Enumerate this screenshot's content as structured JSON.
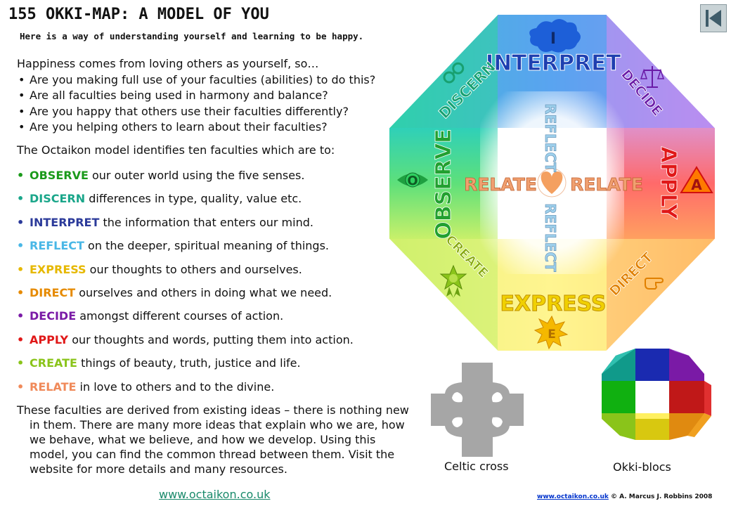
{
  "header": {
    "title": "155 OKKI-MAP: A MODEL OF YOU",
    "subtitle": "Here is a way of understanding yourself and learning to be happy."
  },
  "intro": {
    "lead": "Happiness comes from loving others as yourself, so…",
    "questions": [
      "Are you making full use of your faculties (abilities) to do this?",
      "Are all faculties being used in harmony and balance?",
      "Are you happy that others use their faculties differently?",
      "Are you helping others to learn about their faculties?"
    ],
    "model_intro": "The Octaikon model identifies  ten faculties which are to:"
  },
  "faculties": [
    {
      "keyword": "OBSERVE",
      "rest": " our outer world using the five senses.",
      "color": "#1a9a1a"
    },
    {
      "keyword": "DISCERN",
      "rest": " differences in type, quality, value etc.",
      "color": "#1aa68a"
    },
    {
      "keyword": "INTERPRET",
      "rest": " the  information that enters our mind.",
      "color": "#2b3a9a"
    },
    {
      "keyword": "REFLECT",
      "rest": " on the deeper, spiritual meaning of things.",
      "color": "#49b7e6"
    },
    {
      "keyword": "EXPRESS",
      "rest": " our thoughts to others and ourselves.",
      "color": "#e6b800"
    },
    {
      "keyword": "DIRECT",
      "rest": " ourselves and others in doing what we need.",
      "color": "#e68a00"
    },
    {
      "keyword": "DECIDE",
      "rest": " amongst different courses of action.",
      "color": "#7a1aa6"
    },
    {
      "keyword": "APPLY",
      "rest": " our thoughts and words, putting them into action.",
      "color": "#e01818"
    },
    {
      "keyword": "CREATE",
      "rest": " things of beauty, truth,  justice and life.",
      "color": "#8ac41a"
    },
    {
      "keyword": "RELATE",
      "rest": " in love to others and to the divine.",
      "color": "#f08a5a"
    }
  ],
  "closing": "These faculties are derived from existing ideas – there is nothing new in them. There are many more ideas that explain who we are, how we behave, what we believe, and how we develop. Using this model, you can find the common thread between them. Visit the website for more details and many resources.",
  "website": "www.octaikon.co.uk",
  "footer": {
    "link": "www.octaikon.co.uk",
    "copyright": " © A. Marcus J. Robbins 2008"
  },
  "diagram": {
    "interpret": {
      "label": "INTERPRET",
      "letter": "I"
    },
    "discern": {
      "label": "DISCERN"
    },
    "decide": {
      "label": "DECIDE"
    },
    "observe": {
      "label": "OBSERVE",
      "letter": "O"
    },
    "apply": {
      "label": "APPLY",
      "letter": "A"
    },
    "create": {
      "label": "CREATE"
    },
    "direct": {
      "label": "DIRECT"
    },
    "express": {
      "label": "EXPRESS",
      "letter": "E"
    },
    "relate_left": "RELATE",
    "relate_right": "RELATE",
    "reflect_top": "REFLECT",
    "reflect_bottom": "REFLECT"
  },
  "captions": {
    "celtic": "Celtic cross",
    "okki": "Okki-blocs"
  }
}
